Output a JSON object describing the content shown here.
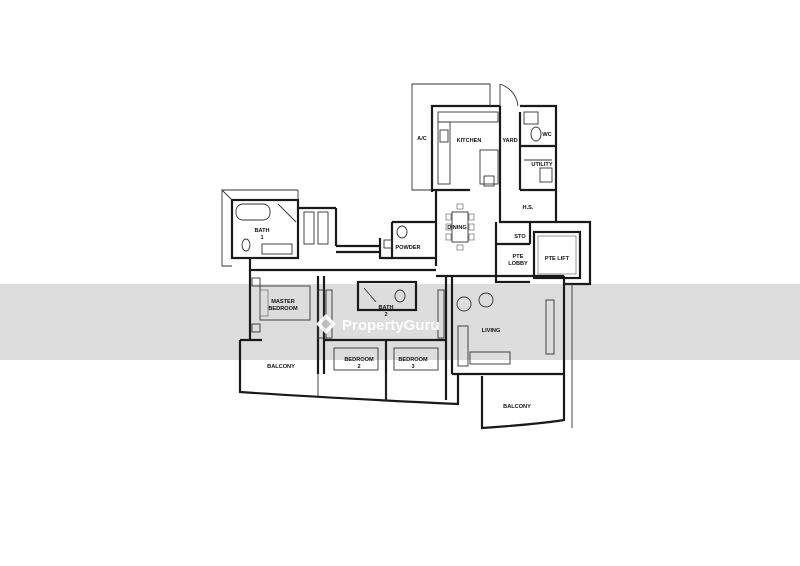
{
  "rooms": {
    "ac": "A/C",
    "kitchen": "KITCHEN",
    "yard": "YARD",
    "wc": "WC",
    "utility": "UTILITY",
    "hs": "H.S.",
    "sto": "STO",
    "pte_lobby_1": "PTE",
    "pte_lobby_2": "LOBBY",
    "pte_lift": "PTE LIFT",
    "bath1_1": "BATH",
    "bath1_2": "1",
    "powder": "POWDER",
    "dining": "DINING",
    "master_1": "MASTER",
    "master_2": "BEDROOM",
    "bath2_1": "BATH",
    "bath2_2": "2",
    "living": "LIVING",
    "bedroom2_1": "BEDROOM",
    "bedroom2_2": "2",
    "bedroom3_1": "BEDROOM",
    "bedroom3_2": "3",
    "balcony_left": "BALCONY",
    "balcony_right": "BALCONY"
  },
  "watermark": {
    "text": "PropertyGuru",
    "icon": "propertyguru-logo-icon"
  },
  "colors": {
    "wall": "#1a1a1a",
    "band": "#9a9a9a",
    "watermark_text": "#ffffff"
  }
}
